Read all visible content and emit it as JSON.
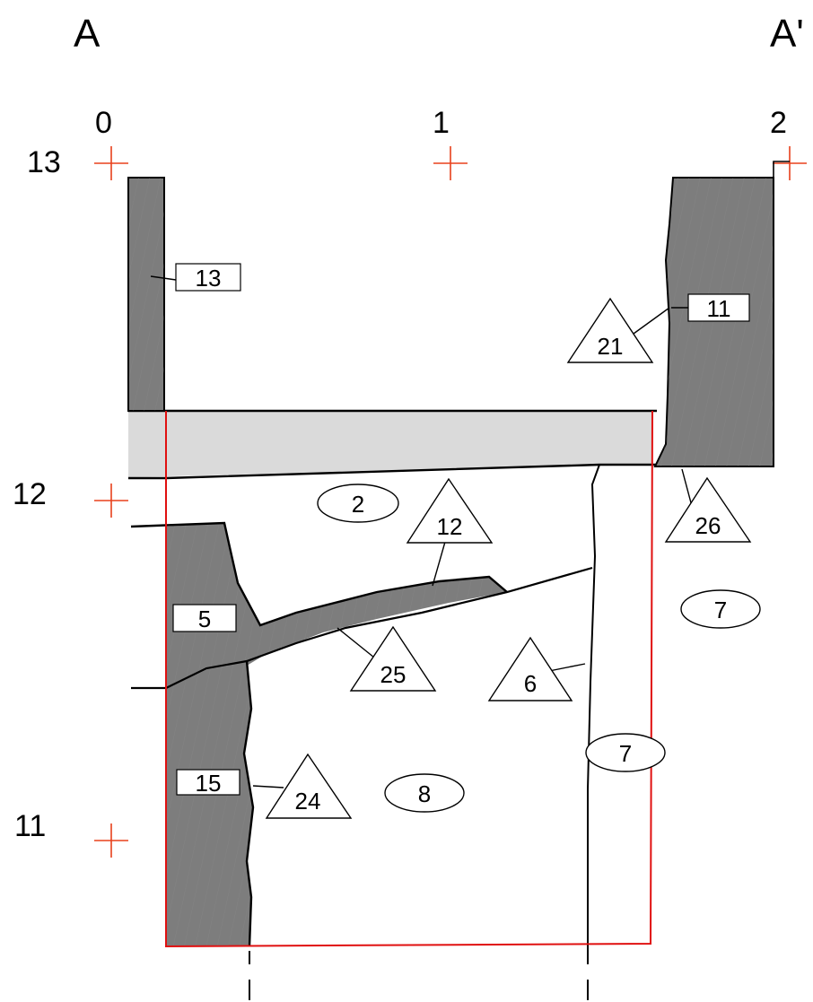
{
  "section": {
    "start_label": "A",
    "end_label": "A'"
  },
  "grid": {
    "x_labels": [
      "0",
      "1",
      "2"
    ],
    "y_labels": [
      "13",
      "12",
      "11"
    ],
    "marker_color": "#e8401c"
  },
  "colors": {
    "dark_fill": "#7d7d7d",
    "light_fill": "#dadada",
    "excavation_line": "#e01010"
  },
  "features": {
    "f13": "13",
    "f11": "11",
    "f5": "5",
    "f15": "15"
  },
  "contexts": {
    "c2": "2",
    "c7a": "7",
    "c7b": "7",
    "c8": "8"
  },
  "triangles": {
    "t21": "21",
    "t12": "12",
    "t26": "26",
    "t25": "25",
    "t6": "6",
    "t24": "24"
  }
}
